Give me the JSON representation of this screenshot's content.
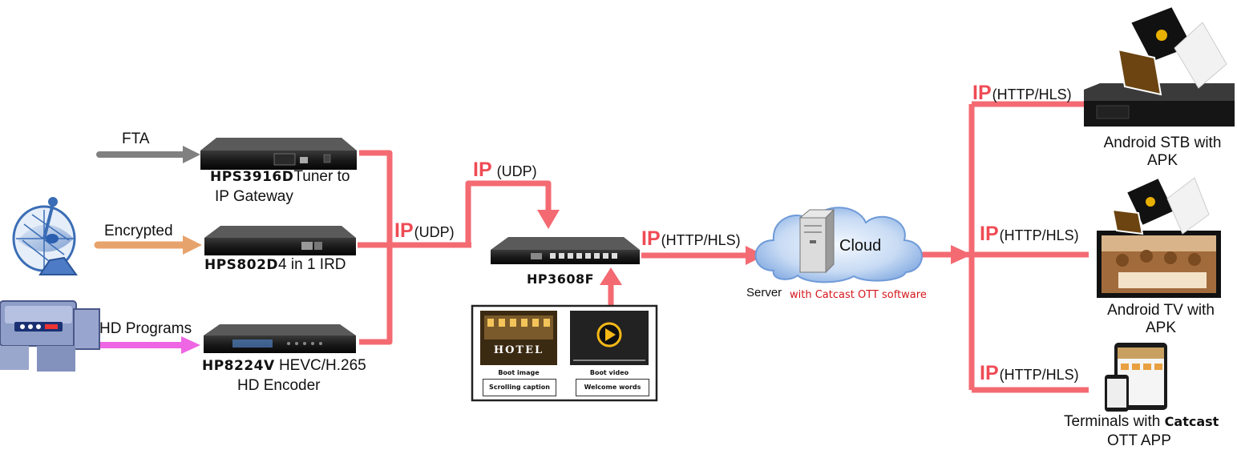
{
  "inputs": {
    "fta": "FTA",
    "encrypted": "Encrypted",
    "hd_programs": "HD Programs"
  },
  "devices": {
    "tuner_model": "HPS3916D",
    "tuner_desc_1": "Tuner to",
    "tuner_desc_2": "IP Gateway",
    "ird_model": "HPS802D",
    "ird_desc": "4 in 1 IRD",
    "encoder_model": "HP8224V",
    "encoder_desc_1": "HEVC/H.265",
    "encoder_desc_2": "HD Encoder",
    "gateway_model": "HP3608F"
  },
  "ip_labels": {
    "ip": "IP",
    "udp": "(UDP)",
    "http_hls": "(HTTP/HLS)"
  },
  "features": {
    "hotel": "HOTEL",
    "boot_image": "Boot image",
    "boot_video": "Boot video",
    "scrolling_caption": "Scrolling caption",
    "welcome_words": "Welcome words"
  },
  "server": {
    "cloud": "Cloud",
    "server_label": "Server",
    "software": "with Catcast OTT software"
  },
  "terminals": {
    "stb": "Android STB with APK",
    "tv": "Android TV with APK",
    "app_1": "Terminals with",
    "app_brand": "Catcast",
    "app_2": "OTT APP"
  },
  "colors": {
    "ip_line": "#f46a72",
    "fta_arrow": "#808080",
    "encrypted_arrow": "#e7a36c",
    "hd_arrow": "#ee66e3",
    "software_text": "#d4161c"
  }
}
